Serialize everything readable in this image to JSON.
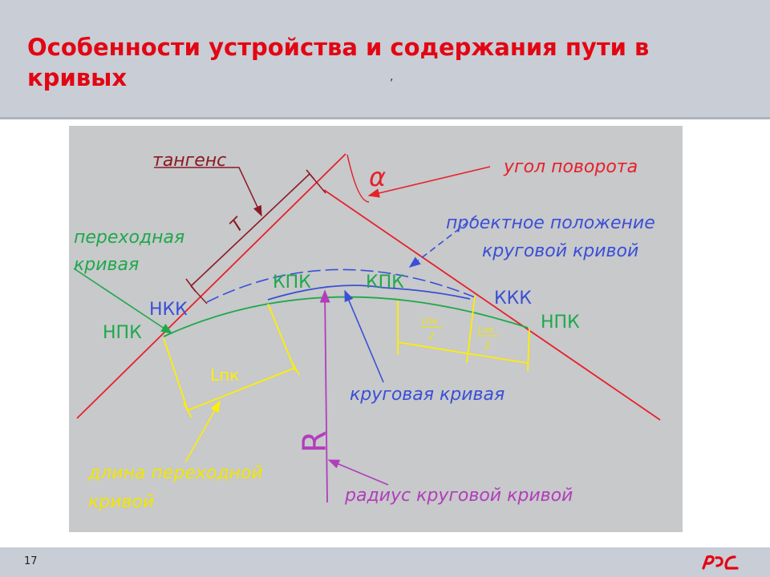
{
  "header": {
    "title": "Особенности устройства и содержания пути в кривых",
    "tick": ","
  },
  "diagram": {
    "labels": {
      "tangent": "тангенс",
      "tangent_symbol": "T",
      "angle": "угол поворота",
      "angle_symbol": "α",
      "design_position_1": "проектное положение",
      "design_position_2": "круговой кривой",
      "transition_1": "переходная",
      "transition_2": "кривая",
      "nkk": "НКК",
      "kpk_left": "КПК",
      "kpk_right": "КПК",
      "kkk": "ККК",
      "npk_left": "НПК",
      "npk_right": "НПК",
      "lpk": "Lпк",
      "half_1_num": "Lпк",
      "half_1_den": "2",
      "half_2_num": "Lпк",
      "half_2_den": "2",
      "circular_curve": "круговая кривая",
      "radius_symbol": "R",
      "length_1": "длина переходной",
      "length_2": "кривой",
      "radius_label": "радиус круговой кривой"
    },
    "colors": {
      "red": "#e8202a",
      "darkred": "#8b1a24",
      "green": "#1fa84a",
      "blue": "#3b4fd6",
      "yellow": "#ffee00",
      "purple": "#b23dbb",
      "yellow_text": "#f2e500",
      "background": "#c7c9cb"
    }
  },
  "footer": {
    "page_number": "17",
    "logo_text": "РЖД"
  }
}
